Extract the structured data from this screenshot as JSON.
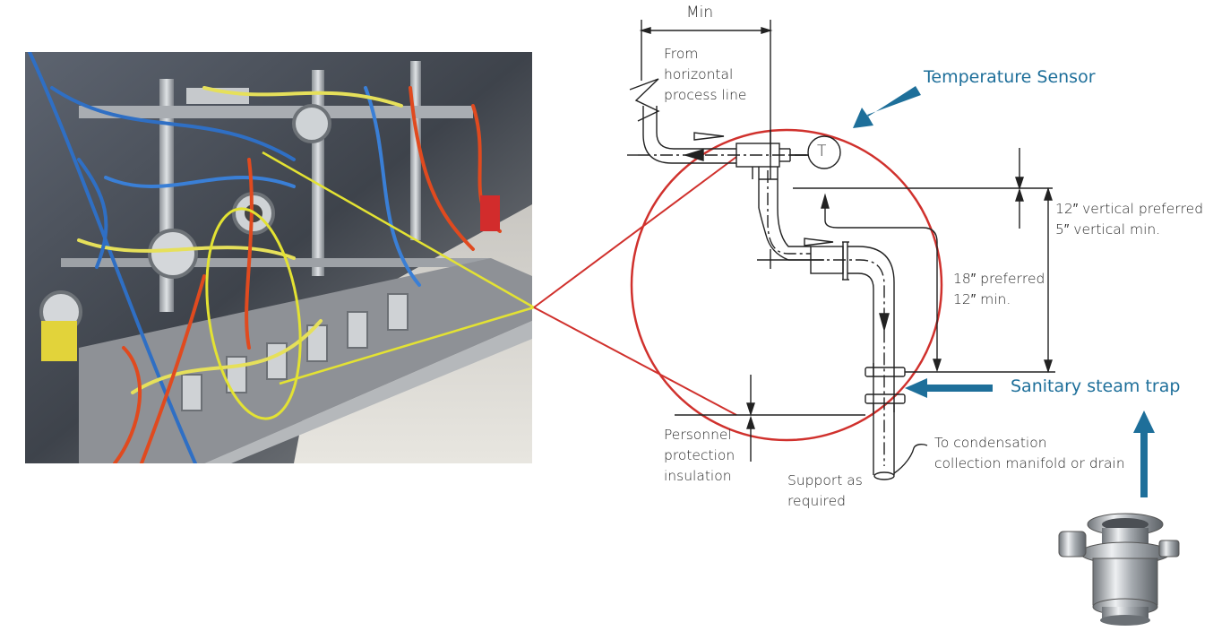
{
  "labels": {
    "min": "Min",
    "from_horizontal": "From\nhorizontal\nprocess line",
    "t_symbol": "T",
    "vertical_12": "12″ vertical preferred\n5″ vertical min.",
    "preferred_18": "18″ preferred\n12″ min.",
    "personnel": "Personnel\nprotection\ninsulation",
    "support": "Support as\nrequired",
    "condensation": "To condensation\ncollection manifold or drain"
  },
  "callouts": {
    "temperature_sensor": "Temperature Sensor",
    "steam_trap": "Sanitary steam trap"
  },
  "colors": {
    "callout_blue": "#1e6f9a",
    "circle_red": "#d0312d",
    "highlight_yellow": "#e3e233",
    "line": "#222222"
  }
}
